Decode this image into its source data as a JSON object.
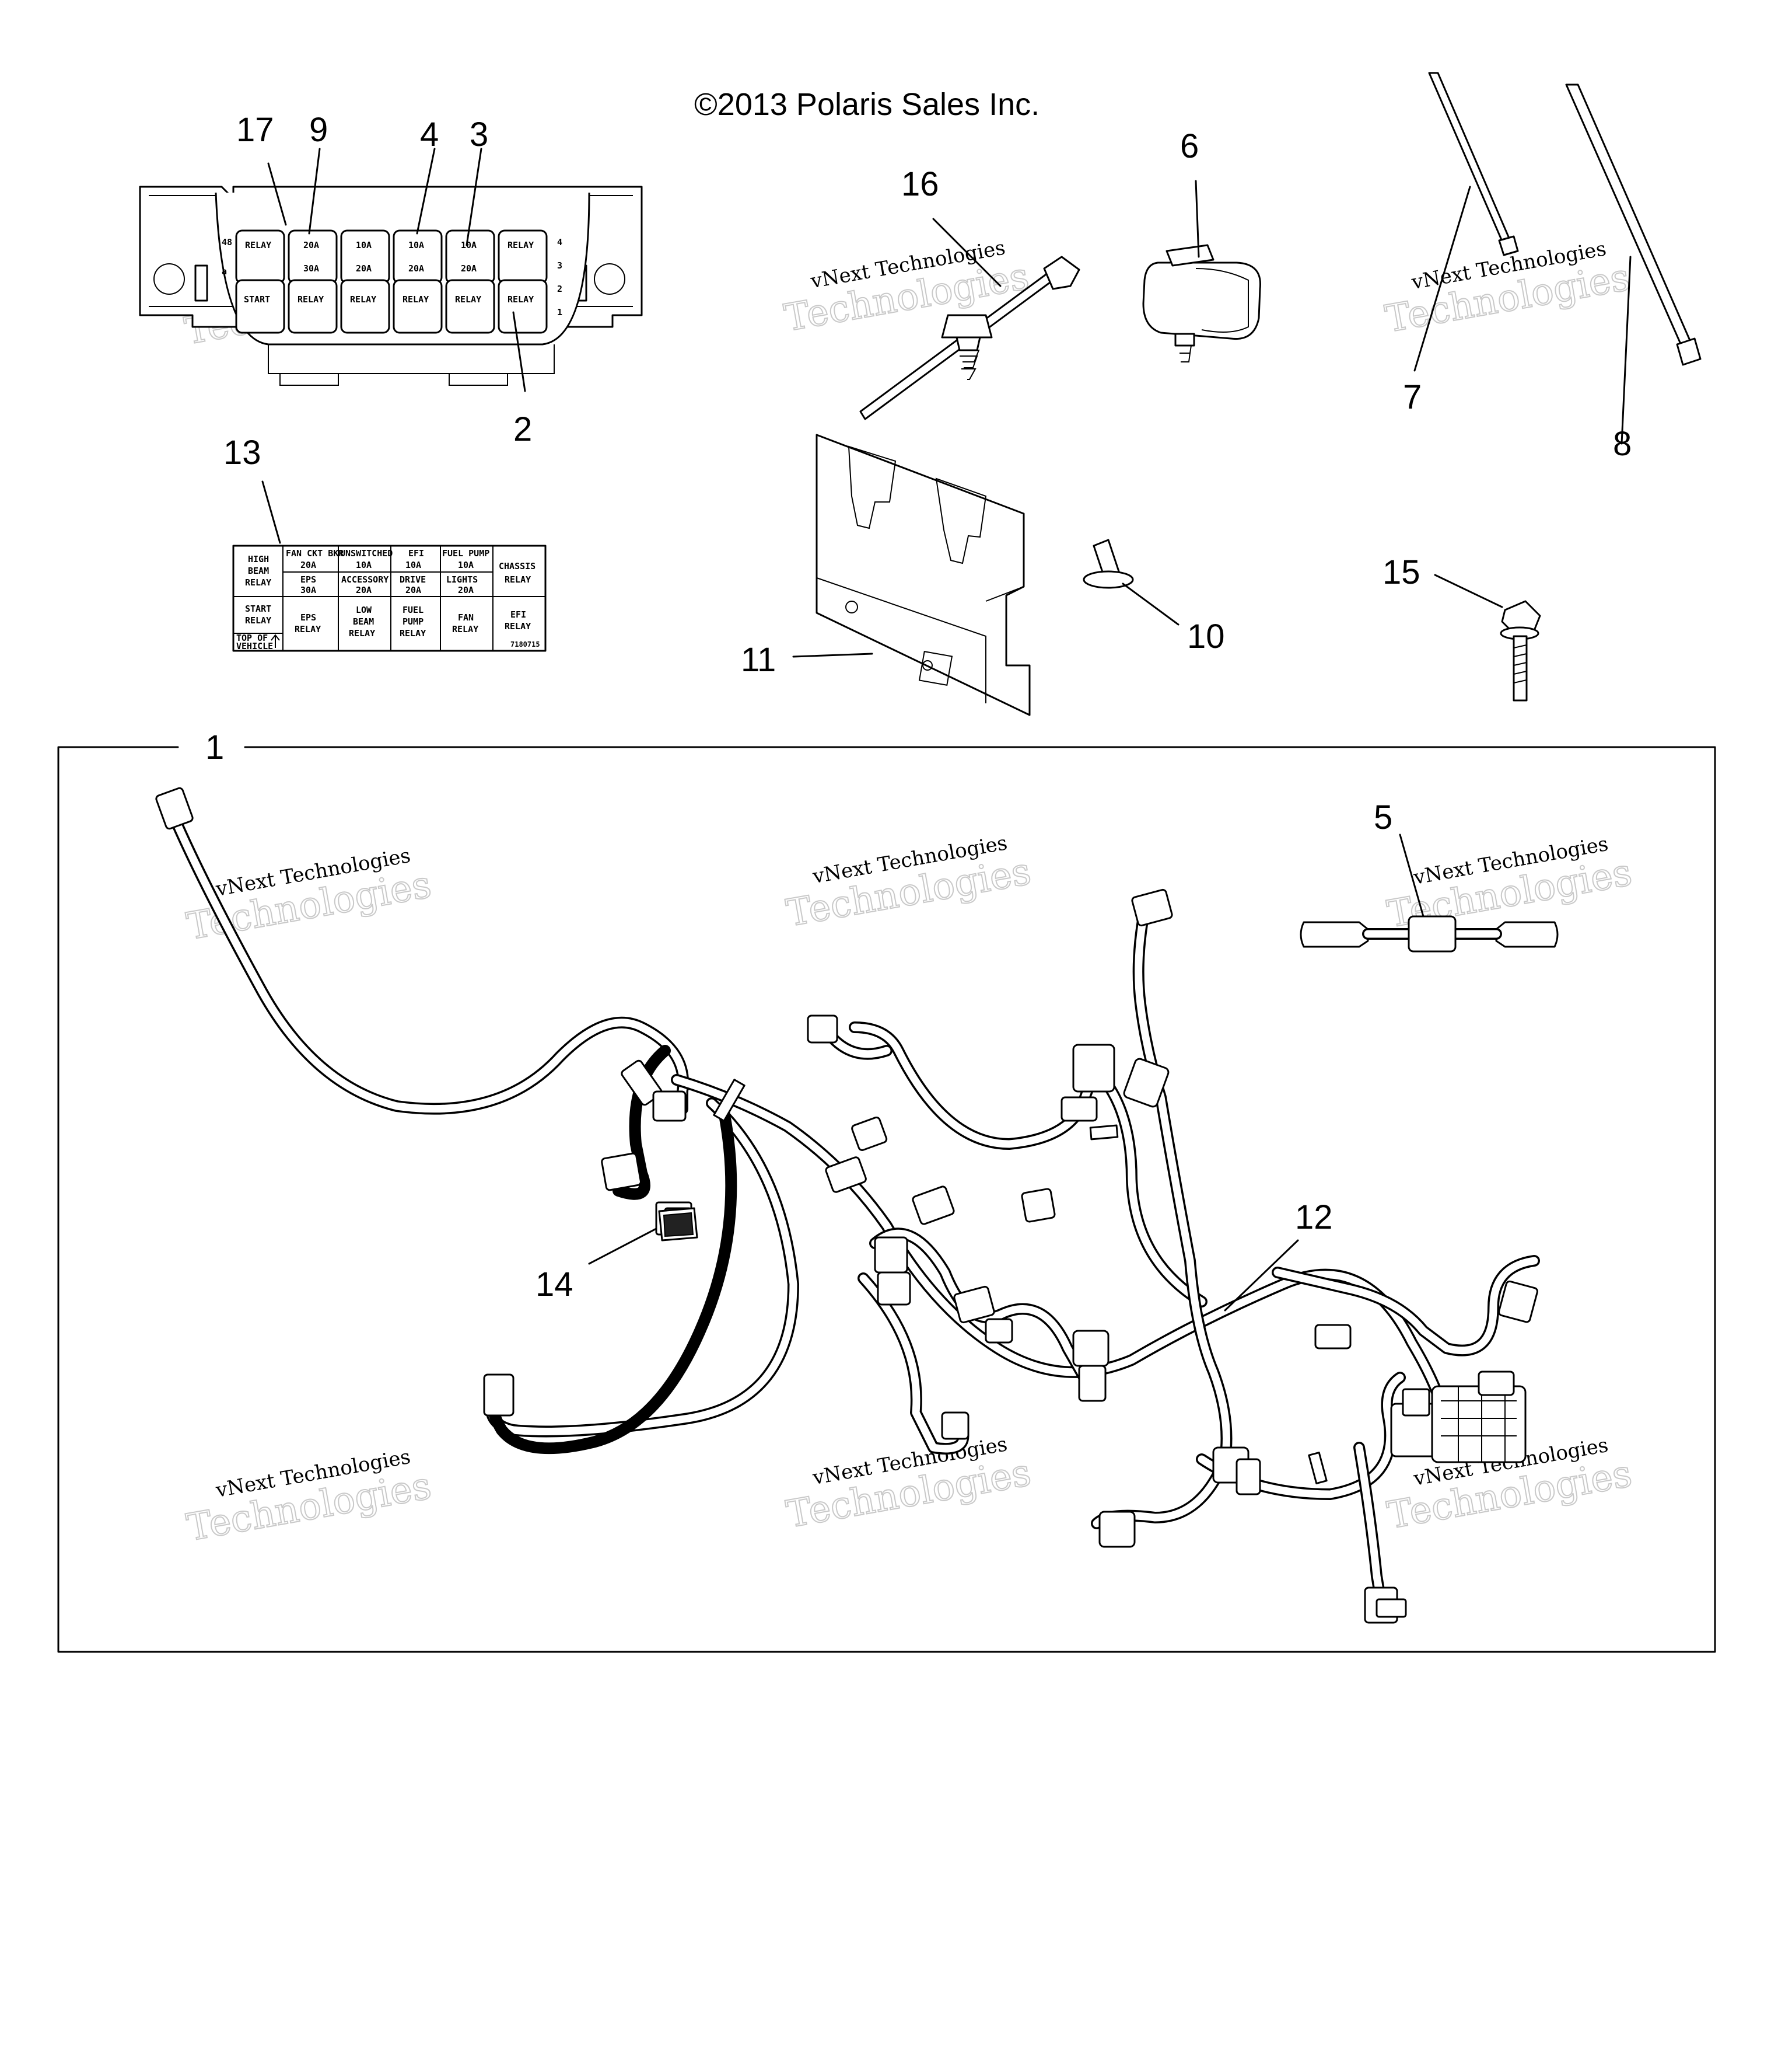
{
  "copyright": "©2013 Polaris Sales Inc.",
  "watermark": {
    "line1": "vNext Technologies",
    "line2": "Technologies"
  },
  "callouts": {
    "c1": "1",
    "c2": "2",
    "c3": "3",
    "c4": "4",
    "c5": "5",
    "c6": "6",
    "c7": "7",
    "c8": "8",
    "c9": "9",
    "c10": "10",
    "c11": "11",
    "c12": "12",
    "c13": "13",
    "c14": "14",
    "c15": "15",
    "c16": "16",
    "c17": "17"
  },
  "fuse_box": {
    "top_row": [
      "RELAY",
      "20A",
      "10A",
      "10A",
      "10A",
      "RELAY"
    ],
    "mid_row": [
      "30A",
      "20A",
      "20A",
      "20A"
    ],
    "bottom_row": [
      "START",
      "RELAY",
      "RELAY",
      "RELAY",
      "RELAY",
      "RELAY"
    ],
    "pins_right": [
      "4",
      "3",
      "2",
      "1"
    ],
    "pin_left": "48"
  },
  "decal": {
    "r1c1": [
      "HIGH",
      "BEAM",
      "RELAY"
    ],
    "r1c2a": [
      "FAN CKT BKR",
      "20A"
    ],
    "r1c2b": [
      "EPS",
      "30A"
    ],
    "r1c3a": [
      "UNSWITCHED",
      "10A"
    ],
    "r1c3b": [
      "ACCESSORY",
      "20A"
    ],
    "r1c4a": [
      "EFI",
      "10A"
    ],
    "r1c4b": [
      "DRIVE",
      "20A"
    ],
    "r1c5a": [
      "FUEL PUMP",
      "10A"
    ],
    "r1c5b": [
      "LIGHTS",
      "20A"
    ],
    "r1c6": [
      "CHASSIS",
      "RELAY"
    ],
    "r2c1": [
      "START",
      "RELAY"
    ],
    "r2c1b": [
      "TOP OF",
      "VEHICLE"
    ],
    "r2c2": [
      "EPS",
      "RELAY"
    ],
    "r2c3": [
      "LOW",
      "BEAM",
      "RELAY"
    ],
    "r2c4": [
      "FUEL",
      "PUMP",
      "RELAY"
    ],
    "r2c5": [
      "FAN",
      "RELAY"
    ],
    "r2c6": [
      "EFI",
      "RELAY"
    ],
    "part_no": "7180715"
  }
}
